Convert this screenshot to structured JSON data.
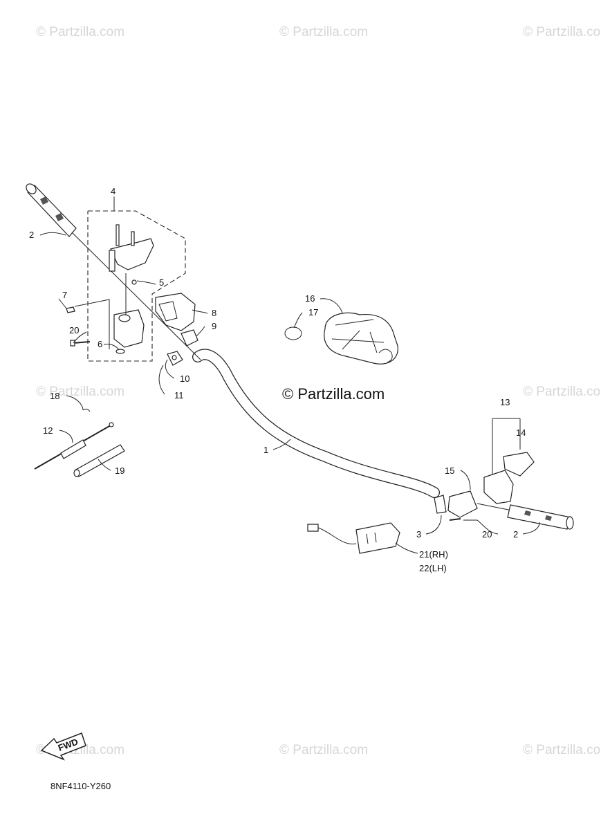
{
  "watermarks": {
    "corner": "© Partzilla.com",
    "center": "© Partzilla.com"
  },
  "diagram_code": "8NF4110-Y260",
  "fwd_badge": "FWD",
  "callouts": {
    "c1": "1",
    "c2a": "2",
    "c2b": "2",
    "c3": "3",
    "c4": "4",
    "c5": "5",
    "c6": "6",
    "c7": "7",
    "c8": "8",
    "c9": "9",
    "c10": "10",
    "c11": "11",
    "c12": "12",
    "c13": "13",
    "c14": "14",
    "c15": "15",
    "c16": "16",
    "c17": "17",
    "c18": "18",
    "c19": "19",
    "c20a": "20",
    "c20b": "20",
    "c21": "21(RH)",
    "c22": "22(LH)"
  },
  "colors": {
    "line": "#222222",
    "watermark": "#d6d6d6",
    "background": "#ffffff"
  }
}
